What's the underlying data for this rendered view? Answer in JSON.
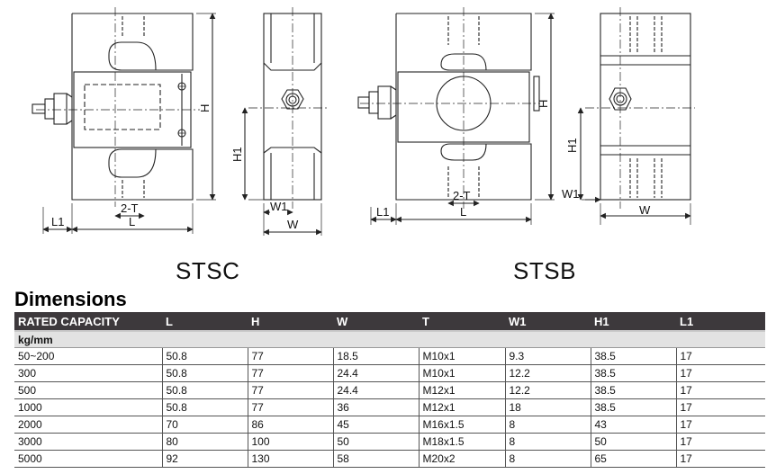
{
  "drawings": {
    "stsc": {
      "model": "STSC",
      "dims": {
        "height": "H",
        "half_height": "H1",
        "length": "L",
        "offset": "L1",
        "thread": "2-T",
        "width": "W",
        "width1": "W1"
      }
    },
    "stsb": {
      "model": "STSB",
      "dims": {
        "height": "H",
        "half_height": "H1",
        "length": "L",
        "offset": "L1",
        "thread": "2-T",
        "width": "W",
        "width1": "W1"
      }
    }
  },
  "section_title": "Dimensions",
  "table": {
    "headers": [
      "RATED CAPACITY",
      "L",
      "H",
      "W",
      "T",
      "W1",
      "H1",
      "L1"
    ],
    "unit": "kg/mm",
    "rows": [
      [
        "50~200",
        "50.8",
        "77",
        "18.5",
        "M10x1",
        "9.3",
        "38.5",
        "17"
      ],
      [
        "300",
        "50.8",
        "77",
        "24.4",
        "M10x1",
        "12.2",
        "38.5",
        "17"
      ],
      [
        "500",
        "50.8",
        "77",
        "24.4",
        "M12x1",
        "12.2",
        "38.5",
        "17"
      ],
      [
        "1000",
        "50.8",
        "77",
        "36",
        "M12x1",
        "18",
        "38.5",
        "17"
      ],
      [
        "2000",
        "70",
        "86",
        "45",
        "M16x1.5",
        "8",
        "43",
        "17"
      ],
      [
        "3000",
        "80",
        "100",
        "50",
        "M18x1.5",
        "8",
        "50",
        "17"
      ],
      [
        "5000",
        "92",
        "130",
        "58",
        "M20x2",
        "8",
        "65",
        "17"
      ]
    ]
  }
}
